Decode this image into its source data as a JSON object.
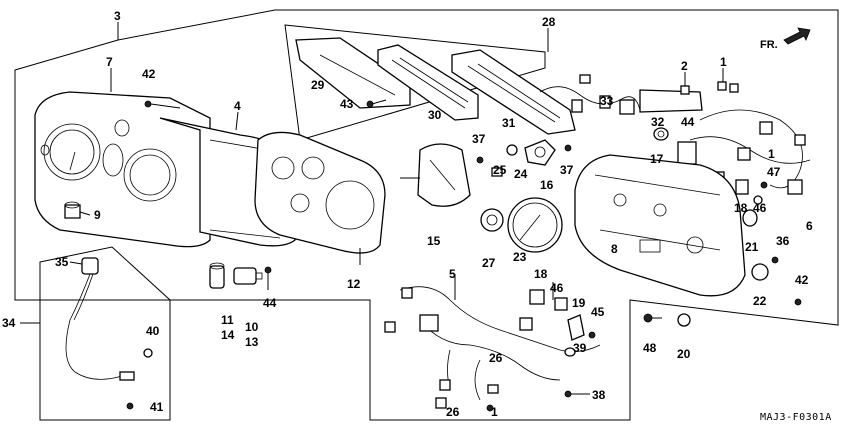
{
  "diagram": {
    "code": "MAJ3-F0301A",
    "direction_label": "FR.",
    "callouts": {
      "c1": "1",
      "c1b": "1",
      "c1c": "1",
      "c2": "2",
      "c3": "3",
      "c4": "4",
      "c5": "5",
      "c6": "6",
      "c7": "7",
      "c8": "8",
      "c9": "9",
      "c10": "10",
      "c11": "11",
      "c12": "12",
      "c13": "13",
      "c14": "14",
      "c15": "15",
      "c16": "16",
      "c17": "17",
      "c18": "18",
      "c18b": "18",
      "c19": "19",
      "c20": "20",
      "c21": "21",
      "c22": "22",
      "c23": "23",
      "c24": "24",
      "c25": "25",
      "c26": "26",
      "c26b": "26",
      "c27": "27",
      "c28": "28",
      "c29": "29",
      "c30": "30",
      "c31": "31",
      "c32": "32",
      "c33": "33",
      "c34": "34",
      "c35": "35",
      "c36": "36",
      "c37": "37",
      "c37b": "37",
      "c38": "38",
      "c39": "39",
      "c40": "40",
      "c41": "41",
      "c42": "42",
      "c42b": "42",
      "c43": "43",
      "c44": "44",
      "c44b": "44",
      "c45": "45",
      "c46": "46",
      "c46b": "46",
      "c47": "47",
      "c48": "48"
    }
  }
}
